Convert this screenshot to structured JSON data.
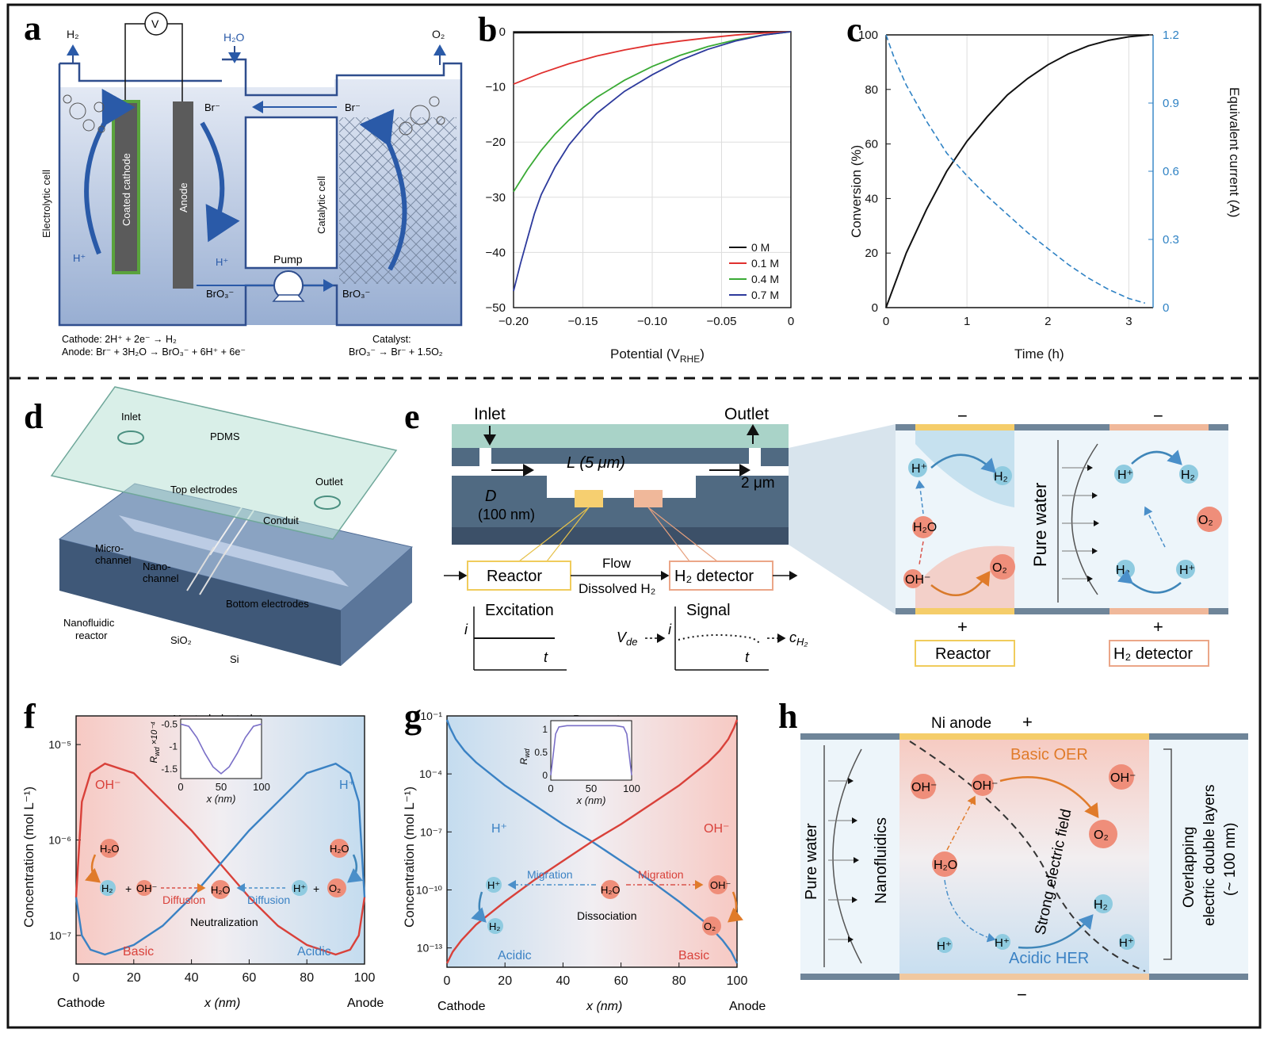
{
  "panels": {
    "a": "a",
    "b": "b",
    "c": "c",
    "d": "d",
    "e": "e",
    "f": "f",
    "g": "g",
    "h": "h"
  },
  "a": {
    "h2": "H₂",
    "h2o": "H₂O",
    "o2": "O₂",
    "v": "V",
    "electrolytic": "Electrolytic cell",
    "catalytic": "Catalytic cell",
    "cathode_label": "Coated cathode",
    "anode_label": "Anode",
    "br_left": "Br⁻",
    "br_right": "Br⁻",
    "hplus_left": "H⁺",
    "hplus_right": "H⁺",
    "pump": "Pump",
    "bro3_left": "BrO₃⁻",
    "bro3_right": "BrO₃⁻",
    "eq1": "Cathode: 2H⁺ + 2e⁻ → H₂",
    "eq2": "Anode: Br⁻ + 3H₂O → BrO₃⁻ + 6H⁺ + 6e⁻",
    "cat1": "Catalyst:",
    "cat2": "BrO₃⁻ → Br⁻ + 1.5O₂",
    "colors": {
      "cell": "#2f4e8e",
      "liquid": "#b9c6df",
      "cathode_border": "#5aa33d",
      "electrode": "#5b5b5b",
      "arrow": "#2a5aa8"
    }
  },
  "chart_b": {
    "type": "line",
    "xlabel": "Potential (V",
    "xlabel_sub": "RHE",
    "xlabel_end": ")",
    "xlim": [
      -0.2,
      0
    ],
    "ylim": [
      -50,
      0
    ],
    "xticks": [
      "−0.20",
      "−0.15",
      "−0.10",
      "−0.05",
      "0"
    ],
    "yticks": [
      "0",
      "−10",
      "−20",
      "−30",
      "−40",
      "−50"
    ],
    "legend_position": "bottom-right",
    "series": [
      {
        "name": "0 M",
        "color": "#111111",
        "x": [
          -0.2,
          -0.15,
          -0.1,
          -0.05,
          0
        ],
        "y": [
          -0.2,
          -0.15,
          -0.1,
          -0.05,
          0
        ]
      },
      {
        "name": "0.1 M",
        "color": "#e0302e",
        "x": [
          -0.2,
          -0.18,
          -0.16,
          -0.14,
          -0.12,
          -0.1,
          -0.08,
          -0.06,
          -0.04,
          -0.02,
          0
        ],
        "y": [
          -9.5,
          -7.5,
          -5.8,
          -4.4,
          -3.3,
          -2.4,
          -1.7,
          -1.1,
          -0.6,
          -0.25,
          0
        ]
      },
      {
        "name": "0.4 M",
        "color": "#3aaa35",
        "x": [
          -0.2,
          -0.19,
          -0.18,
          -0.17,
          -0.16,
          -0.15,
          -0.14,
          -0.12,
          -0.1,
          -0.08,
          -0.06,
          -0.04,
          -0.02,
          0
        ],
        "y": [
          -29,
          -25,
          -21.5,
          -18.5,
          -16,
          -13.8,
          -11.9,
          -8.8,
          -6.3,
          -4.3,
          -2.7,
          -1.5,
          -0.6,
          0
        ]
      },
      {
        "name": "0.7 M",
        "color": "#2d3a9c",
        "x": [
          -0.2,
          -0.195,
          -0.19,
          -0.185,
          -0.18,
          -0.17,
          -0.16,
          -0.15,
          -0.14,
          -0.12,
          -0.1,
          -0.08,
          -0.06,
          -0.04,
          -0.02,
          0
        ],
        "y": [
          -47,
          -42,
          -37.5,
          -33,
          -29.5,
          -24.5,
          -20.5,
          -17.5,
          -14.8,
          -10.8,
          -7.8,
          -5.2,
          -3.2,
          -1.7,
          -0.6,
          0
        ]
      }
    ]
  },
  "chart_c": {
    "type": "line",
    "xlabel": "Time (h)",
    "ylabel": "Conversion (%)",
    "y2label": "Equivalent current (A)",
    "xlim": [
      0,
      3.3
    ],
    "ylim": [
      0,
      100
    ],
    "y2lim": [
      0,
      1.2
    ],
    "xticks": [
      "0",
      "1",
      "2",
      "3"
    ],
    "yticks": [
      "0",
      "20",
      "40",
      "60",
      "80",
      "100"
    ],
    "y2ticks": [
      "0",
      "0.3",
      "0.6",
      "0.9",
      "1.2"
    ],
    "series": [
      {
        "name": "Conversion",
        "axis": "left",
        "color": "#111111",
        "x": [
          0,
          0.25,
          0.5,
          0.75,
          1,
          1.25,
          1.5,
          1.75,
          2,
          2.25,
          2.5,
          2.75,
          3,
          3.25
        ],
        "y": [
          0,
          20,
          36,
          50,
          61,
          70,
          78,
          84,
          89,
          93,
          96,
          98,
          99.3,
          100
        ]
      },
      {
        "name": "Equivalent current",
        "axis": "right",
        "color": "#2f82c4",
        "dashed": true,
        "x": [
          0,
          0.1,
          0.25,
          0.5,
          0.75,
          1,
          1.25,
          1.5,
          1.75,
          2,
          2.25,
          2.5,
          2.75,
          3,
          3.2
        ],
        "y": [
          1.2,
          1.1,
          0.98,
          0.82,
          0.68,
          0.58,
          0.49,
          0.41,
          0.33,
          0.26,
          0.19,
          0.13,
          0.08,
          0.04,
          0.02
        ]
      }
    ]
  },
  "d": {
    "inlet": "Inlet",
    "pdms": "PDMS",
    "outlet": "Outlet",
    "top_electrodes": "Top electrodes",
    "conduit": "Conduit",
    "micro1": "Micro-",
    "micro2": "channel",
    "nano1": "Nano-",
    "nano2": "channel",
    "bottom_electrodes": "Bottom electrodes",
    "nanofluidic1": "Nanofluidic",
    "nanofluidic2": "reactor",
    "sio2": "SiO₂",
    "si": "Si"
  },
  "e": {
    "inlet": "Inlet",
    "outlet": "Outlet",
    "L": "L (5 μm)",
    "D": "D",
    "D_val": "(100 nm)",
    "gap": "2 μm",
    "reactor": "Reactor",
    "flow": "Flow",
    "dissolved": "Dissolved H₂",
    "h2_detector": "H₂ detector",
    "excitation": "Excitation",
    "signal": "Signal",
    "i": "i",
    "t": "t",
    "vde": "V",
    "vde_sub": "de",
    "ch2": "c",
    "ch2_sub": "H₂",
    "minus": "−",
    "plus": "+",
    "pure_water": "Pure water",
    "hplus": "H⁺",
    "h2": "H₂",
    "h2o": "H₂O",
    "oh": "OH⁻",
    "o2": "O₂",
    "reactor_box": "Reactor",
    "detector_box": "H₂ detector"
  },
  "chart_f": {
    "type": "line",
    "title": "Neutral electrolyte",
    "ylabel": "Concentration (mol L⁻¹)",
    "xlabel": "x (nm)",
    "xlim": [
      0,
      100
    ],
    "y_scale": "log",
    "ylim": [
      -7.3,
      -4.7
    ],
    "xticks": [
      "0",
      "20",
      "40",
      "60",
      "80",
      "100"
    ],
    "yticks": [
      "10⁻⁷",
      "10⁻⁶",
      "10⁻⁵"
    ],
    "x_left": "Cathode",
    "x_right": "Anode",
    "series": [
      {
        "name": "OH⁻",
        "color": "#d9413a",
        "x": [
          0,
          2,
          5,
          10,
          20,
          30,
          40,
          50,
          60,
          70,
          80,
          90,
          95,
          98,
          100
        ],
        "y": [
          -6.6,
          -5.6,
          -5.3,
          -5.2,
          -5.3,
          -5.6,
          -5.9,
          -6.25,
          -6.6,
          -6.9,
          -7.1,
          -7.2,
          -7.15,
          -7.0,
          -6.6
        ]
      },
      {
        "name": "H⁺",
        "color": "#3b82c4",
        "x": [
          0,
          2,
          5,
          10,
          20,
          30,
          40,
          50,
          60,
          70,
          80,
          90,
          95,
          98,
          100
        ],
        "y": [
          -6.6,
          -7.0,
          -7.15,
          -7.2,
          -7.1,
          -6.9,
          -6.6,
          -6.25,
          -5.9,
          -5.6,
          -5.3,
          -5.2,
          -5.3,
          -5.6,
          -6.6
        ]
      }
    ],
    "inset": {
      "ylabel": "R",
      "ylabel_sub": "wd",
      "ylabel_exp": "×10⁻⁴",
      "xlabel": "x (nm)",
      "xticks": [
        "0",
        "50",
        "100"
      ],
      "yticks": [
        "-0.5",
        "-1",
        "-1.5"
      ],
      "x": [
        0,
        10,
        20,
        30,
        40,
        50,
        60,
        70,
        80,
        90,
        100
      ],
      "y": [
        -0.5,
        -0.55,
        -0.8,
        -1.15,
        -1.45,
        -1.6,
        -1.45,
        -1.15,
        -0.8,
        -0.55,
        -0.5
      ]
    },
    "labels": {
      "oh": "OH⁻",
      "hplus": "H⁺",
      "h2o": "H₂O",
      "h2": "H₂",
      "o2": "O₂",
      "plus": "+",
      "diffusion": "Diffusion",
      "neutralization": "Neutralization",
      "basic": "Basic",
      "acidic": "Acidic"
    }
  },
  "chart_g": {
    "type": "line",
    "title": "Pure water",
    "ylabel": "Concentration (mol L⁻¹)",
    "xlabel": "x (nm)",
    "xlim": [
      0,
      100
    ],
    "y_scale": "log",
    "ylim": [
      -14,
      -1
    ],
    "xticks": [
      "0",
      "20",
      "40",
      "60",
      "80",
      "100"
    ],
    "yticks": [
      "10⁻¹³",
      "10⁻¹⁰",
      "10⁻⁷",
      "10⁻⁴",
      "10⁻¹"
    ],
    "x_left": "Cathode",
    "x_right": "Anode",
    "series": [
      {
        "name": "H⁺",
        "color": "#3b82c4",
        "x": [
          0,
          1,
          3,
          6,
          10,
          20,
          30,
          40,
          50,
          60,
          70,
          80,
          90,
          95,
          98,
          100
        ],
        "y": [
          -1.2,
          -1.6,
          -2.2,
          -2.8,
          -3.4,
          -4.6,
          -5.6,
          -6.6,
          -7.5,
          -8.5,
          -9.5,
          -10.6,
          -11.8,
          -12.6,
          -13.2,
          -13.8
        ]
      },
      {
        "name": "OH⁻",
        "color": "#d9413a",
        "x": [
          0,
          2,
          5,
          10,
          20,
          30,
          40,
          50,
          60,
          70,
          80,
          90,
          94,
          97,
          99,
          100
        ],
        "y": [
          -13.8,
          -13.2,
          -12.6,
          -11.8,
          -10.6,
          -9.5,
          -8.5,
          -7.5,
          -6.6,
          -5.6,
          -4.6,
          -3.4,
          -2.8,
          -2.2,
          -1.6,
          -1.2
        ]
      }
    ],
    "inset": {
      "ylabel": "R",
      "ylabel_sub": "wd",
      "xlabel": "x (nm)",
      "xticks": [
        "0",
        "50",
        "100"
      ],
      "yticks": [
        "0",
        "0.5",
        "1"
      ],
      "x": [
        0,
        3,
        6,
        10,
        20,
        50,
        80,
        90,
        94,
        97,
        100
      ],
      "y": [
        0,
        0.45,
        0.9,
        1.05,
        1.08,
        1.08,
        1.08,
        1.05,
        0.9,
        0.45,
        0
      ]
    },
    "labels": {
      "hplus": "H⁺",
      "oh": "OH⁻",
      "h2o": "H₂O",
      "h2": "H₂",
      "o2": "O₂",
      "migration": "Migration",
      "dissociation": "Dissociation",
      "acidic": "Acidic",
      "basic": "Basic"
    }
  },
  "h": {
    "ni_anode": "Ni anode",
    "plus": "+",
    "minus": "−",
    "basic_oer": "Basic OER",
    "acidic_her": "Acidic HER",
    "strong_field": "Strong electric field",
    "pure_water": "Pure water",
    "nanofluidics": "Nanofluidics",
    "edl1": "Overlapping",
    "edl2": "electric double layers",
    "edl3": "(~ 100 nm)",
    "oh": "OH⁻",
    "o2": "O₂",
    "h2o": "H₂O",
    "h2": "H₂",
    "hplus": "H⁺"
  }
}
